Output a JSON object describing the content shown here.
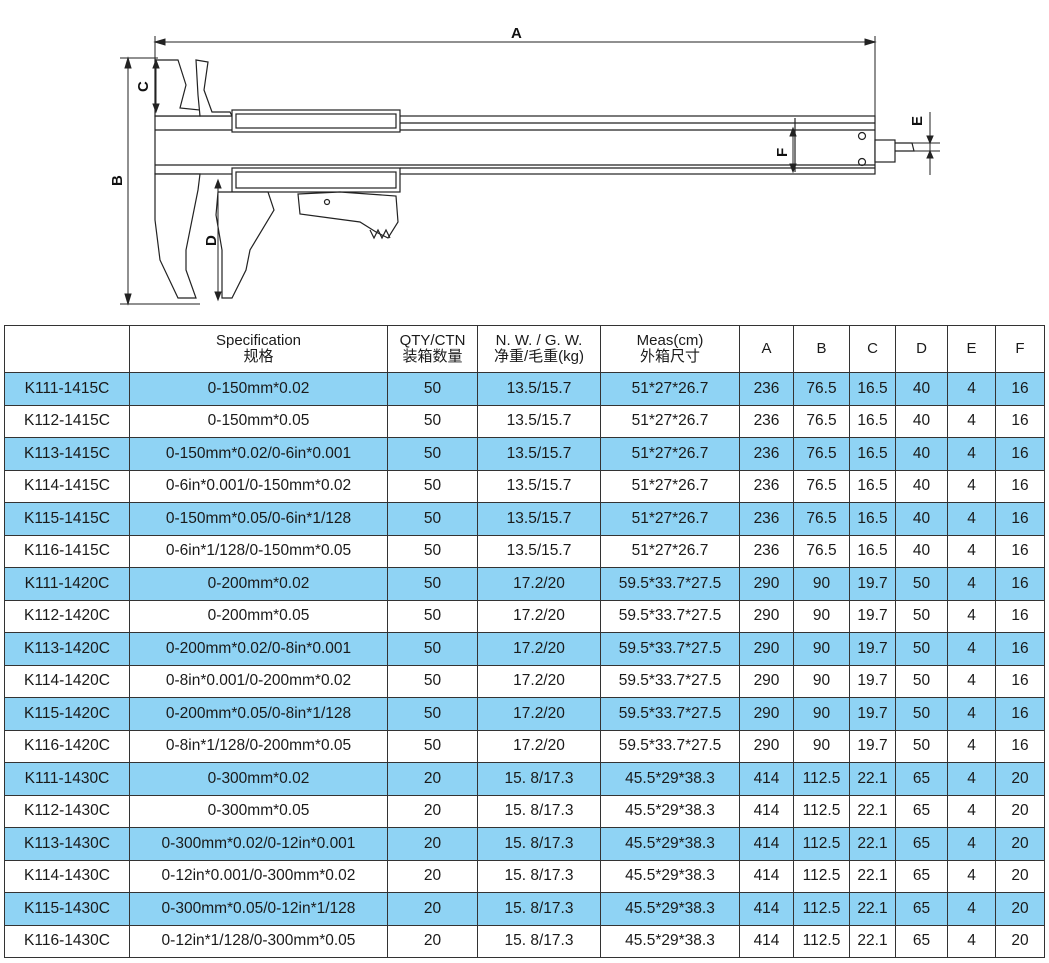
{
  "drawing": {
    "dimension_labels": [
      "A",
      "B",
      "C",
      "D",
      "E",
      "F"
    ]
  },
  "table": {
    "header": {
      "code": "",
      "spec_en": "Specification",
      "spec_cn": "规格",
      "qty_en": "QTY/CTN",
      "qty_cn": "装箱数量",
      "weight_en": "N. W. / G. W.",
      "weight_cn": "净重/毛重(kg)",
      "meas_en": "Meas(cm)",
      "meas_cn": "外箱尺寸",
      "a": "A",
      "b": "B",
      "c": "C",
      "d": "D",
      "e": "E",
      "f": "F"
    },
    "rows": [
      {
        "code": "K111-1415C",
        "spec": "0-150mm*0.02",
        "qty": "50",
        "weight": "13.5/15.7",
        "meas": "51*27*26.7",
        "a": "236",
        "b": "76.5",
        "c": "16.5",
        "d": "40",
        "e": "4",
        "f": "16"
      },
      {
        "code": "K112-1415C",
        "spec": "0-150mm*0.05",
        "qty": "50",
        "weight": "13.5/15.7",
        "meas": "51*27*26.7",
        "a": "236",
        "b": "76.5",
        "c": "16.5",
        "d": "40",
        "e": "4",
        "f": "16"
      },
      {
        "code": "K113-1415C",
        "spec": "0-150mm*0.02/0-6in*0.001",
        "qty": "50",
        "weight": "13.5/15.7",
        "meas": "51*27*26.7",
        "a": "236",
        "b": "76.5",
        "c": "16.5",
        "d": "40",
        "e": "4",
        "f": "16"
      },
      {
        "code": "K114-1415C",
        "spec": "0-6in*0.001/0-150mm*0.02",
        "qty": "50",
        "weight": "13.5/15.7",
        "meas": "51*27*26.7",
        "a": "236",
        "b": "76.5",
        "c": "16.5",
        "d": "40",
        "e": "4",
        "f": "16"
      },
      {
        "code": "K115-1415C",
        "spec": "0-150mm*0.05/0-6in*1/128",
        "qty": "50",
        "weight": "13.5/15.7",
        "meas": "51*27*26.7",
        "a": "236",
        "b": "76.5",
        "c": "16.5",
        "d": "40",
        "e": "4",
        "f": "16"
      },
      {
        "code": "K116-1415C",
        "spec": "0-6in*1/128/0-150mm*0.05",
        "qty": "50",
        "weight": "13.5/15.7",
        "meas": "51*27*26.7",
        "a": "236",
        "b": "76.5",
        "c": "16.5",
        "d": "40",
        "e": "4",
        "f": "16"
      },
      {
        "code": "K111-1420C",
        "spec": "0-200mm*0.02",
        "qty": "50",
        "weight": "17.2/20",
        "meas": "59.5*33.7*27.5",
        "a": "290",
        "b": "90",
        "c": "19.7",
        "d": "50",
        "e": "4",
        "f": "16"
      },
      {
        "code": "K112-1420C",
        "spec": "0-200mm*0.05",
        "qty": "50",
        "weight": "17.2/20",
        "meas": "59.5*33.7*27.5",
        "a": "290",
        "b": "90",
        "c": "19.7",
        "d": "50",
        "e": "4",
        "f": "16"
      },
      {
        "code": "K113-1420C",
        "spec": "0-200mm*0.02/0-8in*0.001",
        "qty": "50",
        "weight": "17.2/20",
        "meas": "59.5*33.7*27.5",
        "a": "290",
        "b": "90",
        "c": "19.7",
        "d": "50",
        "e": "4",
        "f": "16"
      },
      {
        "code": "K114-1420C",
        "spec": "0-8in*0.001/0-200mm*0.02",
        "qty": "50",
        "weight": "17.2/20",
        "meas": "59.5*33.7*27.5",
        "a": "290",
        "b": "90",
        "c": "19.7",
        "d": "50",
        "e": "4",
        "f": "16"
      },
      {
        "code": "K115-1420C",
        "spec": "0-200mm*0.05/0-8in*1/128",
        "qty": "50",
        "weight": "17.2/20",
        "meas": "59.5*33.7*27.5",
        "a": "290",
        "b": "90",
        "c": "19.7",
        "d": "50",
        "e": "4",
        "f": "16"
      },
      {
        "code": "K116-1420C",
        "spec": "0-8in*1/128/0-200mm*0.05",
        "qty": "50",
        "weight": "17.2/20",
        "meas": "59.5*33.7*27.5",
        "a": "290",
        "b": "90",
        "c": "19.7",
        "d": "50",
        "e": "4",
        "f": "16"
      },
      {
        "code": "K111-1430C",
        "spec": "0-300mm*0.02",
        "qty": "20",
        "weight": "15. 8/17.3",
        "meas": "45.5*29*38.3",
        "a": "414",
        "b": "112.5",
        "c": "22.1",
        "d": "65",
        "e": "4",
        "f": "20"
      },
      {
        "code": "K112-1430C",
        "spec": "0-300mm*0.05",
        "qty": "20",
        "weight": "15. 8/17.3",
        "meas": "45.5*29*38.3",
        "a": "414",
        "b": "112.5",
        "c": "22.1",
        "d": "65",
        "e": "4",
        "f": "20"
      },
      {
        "code": "K113-1430C",
        "spec": "0-300mm*0.02/0-12in*0.001",
        "qty": "20",
        "weight": "15. 8/17.3",
        "meas": "45.5*29*38.3",
        "a": "414",
        "b": "112.5",
        "c": "22.1",
        "d": "65",
        "e": "4",
        "f": "20"
      },
      {
        "code": "K114-1430C",
        "spec": "0-12in*0.001/0-300mm*0.02",
        "qty": "20",
        "weight": "15. 8/17.3",
        "meas": "45.5*29*38.3",
        "a": "414",
        "b": "112.5",
        "c": "22.1",
        "d": "65",
        "e": "4",
        "f": "20"
      },
      {
        "code": "K115-1430C",
        "spec": "0-300mm*0.05/0-12in*1/128",
        "qty": "20",
        "weight": "15. 8/17.3",
        "meas": "45.5*29*38.3",
        "a": "414",
        "b": "112.5",
        "c": "22.1",
        "d": "65",
        "e": "4",
        "f": "20"
      },
      {
        "code": "K116-1430C",
        "spec": "0-12in*1/128/0-300mm*0.05",
        "qty": "20",
        "weight": "15. 8/17.3",
        "meas": "45.5*29*38.3",
        "a": "414",
        "b": "112.5",
        "c": "22.1",
        "d": "65",
        "e": "4",
        "f": "20"
      }
    ]
  },
  "colors": {
    "row_highlight": "#8fd3f4",
    "row_plain": "#ffffff"
  }
}
